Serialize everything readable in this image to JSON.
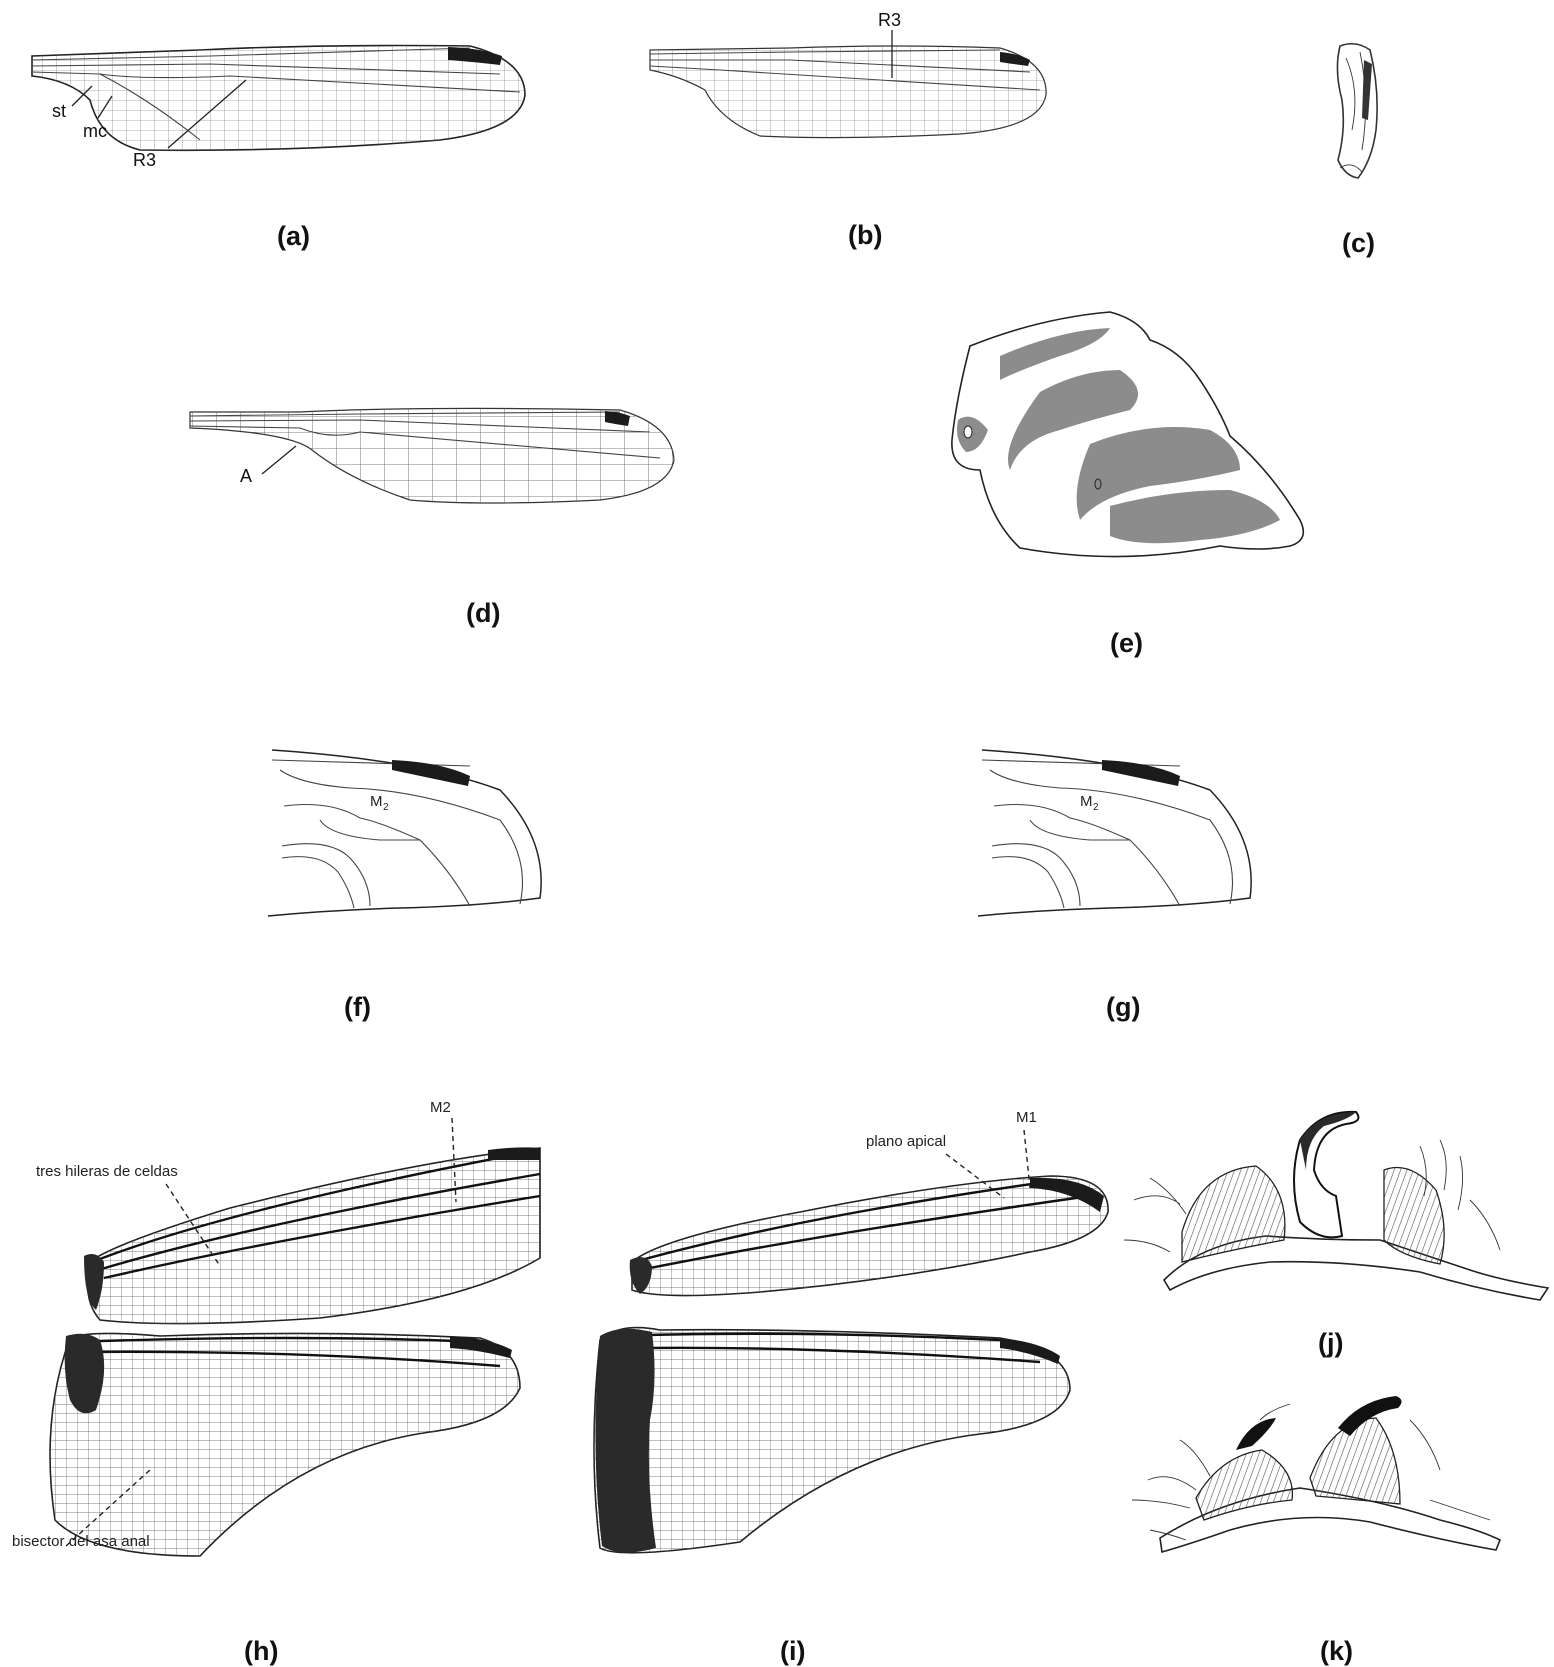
{
  "panels": {
    "a": {
      "label": "(a)",
      "veins": {
        "st": "st",
        "mc": "mc",
        "r3": "R3"
      }
    },
    "b": {
      "label": "(b)",
      "veins": {
        "r3": "R3"
      }
    },
    "c": {
      "label": "(c)"
    },
    "d": {
      "label": "(d)",
      "veins": {
        "a": "A"
      }
    },
    "e": {
      "label": "(e)"
    },
    "f": {
      "label": "(f)",
      "veins": {
        "m2": "M",
        "m2_sub": "2"
      }
    },
    "g": {
      "label": "(g)",
      "veins": {
        "m2": "M",
        "m2_sub": "2"
      }
    },
    "h": {
      "label": "(h)",
      "annotations": {
        "m2": "M2",
        "rows": "tres hileras de celdas",
        "bisector": "bisector del asa anal"
      }
    },
    "i": {
      "label": "(i)",
      "annotations": {
        "m1": "M1",
        "apical": "plano apical"
      }
    },
    "j": {
      "label": "(j)"
    },
    "k": {
      "label": "(k)"
    }
  },
  "colors": {
    "ink": "#1b1b1b",
    "shading": "#8c8c8c",
    "background": "#ffffff"
  },
  "icons": [
    "wing-venation-drawing",
    "genitalia-drawing",
    "pronotum-drawing"
  ]
}
